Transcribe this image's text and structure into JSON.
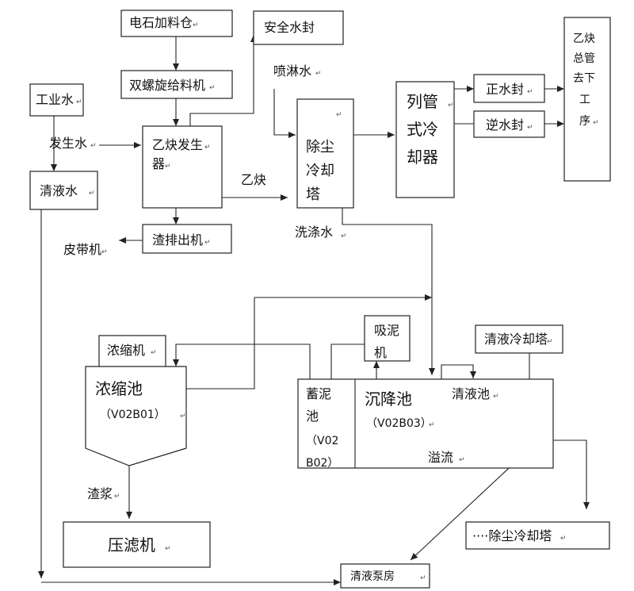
{
  "nodes": {
    "calcium_carbide_bin": "电石加料仓",
    "twin_screw_feeder": "双螺旋给料机",
    "safety_water_seal": "安全水封",
    "industrial_water": "工业水",
    "generator_water": "发生水",
    "clear_liquid_water": "清液水",
    "acetylene_generator": "乙炔发生器",
    "acetylene_gen_line1": "乙炔发生",
    "acetylene_gen_line2": "器",
    "slag_discharger": "渣排出机",
    "belt_conveyor": "皮带机",
    "spray_water": "喷淋水",
    "dust_cooling_tower": [
      "除尘",
      "冷却",
      "塔"
    ],
    "washing_water": "洗涤水",
    "acetylene": "乙炔",
    "tubular_cooler": [
      "列管",
      "式冷",
      "却器"
    ],
    "forward_water_seal": "正水封",
    "reverse_water_seal": "逆水封",
    "acetylene_out": [
      "乙炔",
      "总管",
      "去下",
      "工",
      "序"
    ],
    "suction_pump": [
      "吸泥",
      "机"
    ],
    "thickener": "浓缩机",
    "thickening_tank": "浓缩池",
    "thickening_tank_code": "（V02B01）",
    "clear_liquid_cooling_tower": "清液冷却塔",
    "sludge_storage_tank": [
      "蓄泥",
      "池",
      "（V02",
      "B02）"
    ],
    "settling_tank": "沉降池",
    "settling_tank_code": "（V02B03）",
    "clear_liquid_tank": "清液池",
    "overflow": "溢流",
    "slurry": "渣浆",
    "filter_press": "压滤机",
    "dust_cooling_tower_dest": "····除尘冷却塔",
    "clear_liquid_pump_house": "清液泵房"
  }
}
